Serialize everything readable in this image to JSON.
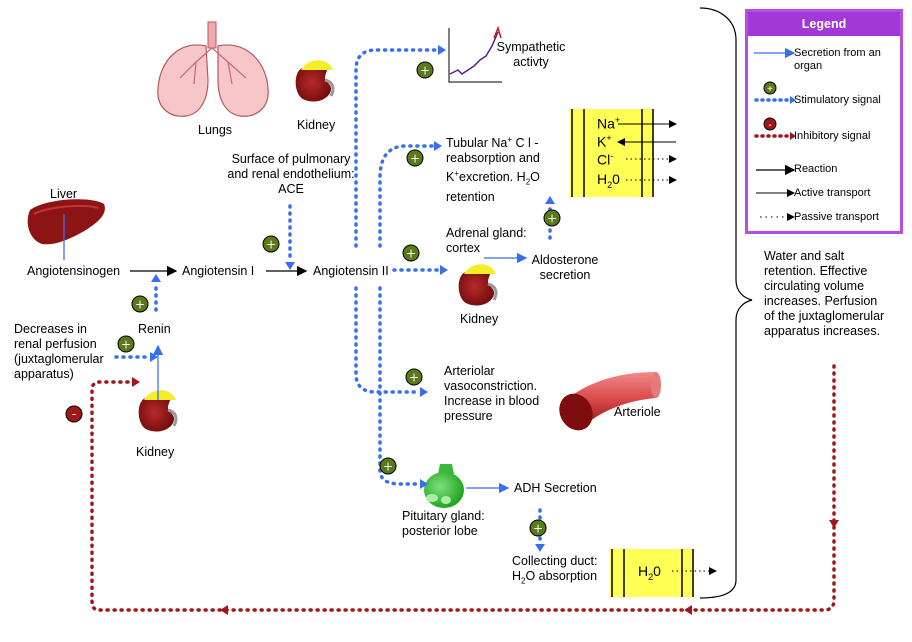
{
  "legend": {
    "title": "Legend",
    "items": [
      {
        "label": "Secretion from an",
        "label2": "organ"
      },
      {
        "label": "Stimulatory signal"
      },
      {
        "label": "Inhibitory signal"
      },
      {
        "label": "Reaction"
      },
      {
        "label": "Active transport"
      },
      {
        "label": "Passive transport"
      }
    ]
  },
  "organs": {
    "lungs": "Lungs",
    "kidney_top": "Kidney",
    "liver": "Liver",
    "kidney_left": "Kidney",
    "kidney_mid": "Kidney",
    "arteriole": "Arteriole"
  },
  "nodes": {
    "surface_1": "Surface of pulmonary",
    "surface_2": "and renal endothelium:",
    "surface_3": "ACE",
    "angiotensinogen": "Angiotensinogen",
    "angiotensin1": "Angiotensin I",
    "angiotensin2": "Angiotensin II",
    "renin": "Renin",
    "decrease_1": "Decreases in",
    "decrease_2": "renal perfusion",
    "decrease_3": "(juxtaglomerular",
    "decrease_4": "apparatus)",
    "sympathetic_1": "Sympathetic",
    "sympathetic_2": "activty",
    "tubular_1": "Tubular Na",
    "tubular_1b": "C l -",
    "tubular_2": "reabsorption and",
    "tubular_3": "K",
    "tubular_3b": "excretion.  H",
    "tubular_3c": "O",
    "tubular_4": "retention",
    "adrenal_1": "Adrenal gland:",
    "adrenal_2": "cortex",
    "aldosterone_1": "Aldosterone",
    "aldosterone_2": "secretion",
    "arteriolar_1": "Arteriolar",
    "arteriolar_2": "vasoconstriction.",
    "arteriolar_3": "Increase in blood",
    "arteriolar_4": "pressure",
    "pituitary_1": "Pituitary gland:",
    "pituitary_2": "posterior lobe",
    "adh": "ADH Secretion",
    "collecting_1": "Collecting duct:",
    "collecting_2": "H",
    "collecting_2b": "O absorption",
    "water_1": "Water and salt",
    "water_2": "retention.  Effective",
    "water_3": "circulating volume",
    "water_4": "increases.  Perfusion",
    "water_5": "of the juxtaglomerular",
    "water_6": "apparatus increases."
  },
  "ions": {
    "na": "Na",
    "k": "K",
    "cl": "Cl",
    "h2o_h": "H",
    "h2o_o": "0",
    "plus": "+",
    "minus": "-",
    "two": "2"
  },
  "duct_ions": {
    "h": "H",
    "o": "0",
    "two": "2"
  },
  "signs": {
    "plus": "+",
    "minus": "-"
  },
  "colors": {
    "stimulatory": "#3a6ef0",
    "inhibitory": "#a0171b",
    "secretion": "#3a6ef0",
    "membrane": "#ffff55",
    "legend_header": "#a239d6",
    "plus_badge": "#5a7a17",
    "minus_badge": "#a01818",
    "organ_red": "#8c1414",
    "lung_fill": "#f7c6c9"
  }
}
